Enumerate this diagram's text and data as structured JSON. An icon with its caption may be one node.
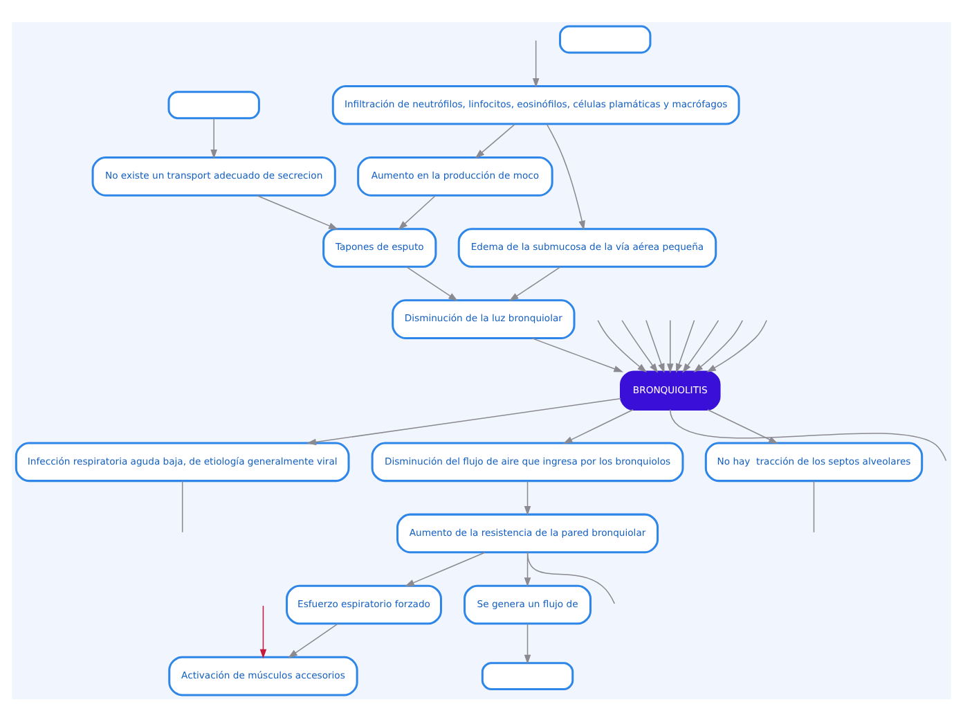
{
  "diagram": {
    "nodes": [
      {
        "text": [
          "BRONQUIOLITIS"
        ]
      },
      {
        "text": [
          "Infiltración de neutrófilos, linfocitos, eosinófilos, células plamáticas y macrófagos"
        ]
      },
      {
        "text": [
          "Edema de la submucosa de la vía aérea pequeña"
        ]
      },
      {
        "text": [
          "Aumento en la producción de moco"
        ]
      },
      {
        "text": [],
        "shape": "box"
      },
      {
        "text": [
          "No existe un transport adecuado de secrecion"
        ]
      },
      {
        "text": [
          "Tapones de esputo"
        ]
      },
      {
        "text": [
          "Disminución de la luz bronquiolar"
        ]
      },
      {
        "text": [
          "Infección respiratoria aguda baja, de etiología generalmente viral"
        ]
      },
      {
        "text": [
          "Disminución del flujo de aire que ingresa por los bronquiolos"
        ]
      },
      {
        "text": [
          "No hay  tracción de los septos alveolares"
        ]
      },
      {
        "text": [
          "Aumento de la resistencia de la pared bronquiolar"
        ]
      },
      {
        "text": [
          "Esfuerzo espiratorio forzado"
        ]
      },
      {
        "text": [
          "Se genera un flujo de"
        ]
      },
      {
        "text": [
          "Activación de músculos accesorios"
        ]
      },
      {
        "text": [],
        "shape": "box"
      },
      {
        "text": [],
        "shape": "box"
      }
    ],
    "edges": [
      {
        "from": null,
        "to": 1,
        "arrow": "to"
      },
      {
        "from": 1,
        "to": 2,
        "arrow": "to"
      },
      {
        "from": 1,
        "to": 3,
        "arrow": "to"
      },
      {
        "from": 4,
        "to": 5,
        "arrow": "to"
      },
      {
        "from": 3,
        "to": 6,
        "arrow": "to"
      },
      {
        "from": 5,
        "to": 6,
        "arrow": "to"
      },
      {
        "from": 2,
        "to": 7,
        "arrow": "to"
      },
      {
        "from": 6,
        "to": 7,
        "arrow": "to"
      },
      {
        "from": 7,
        "to": 0,
        "arrow": "to"
      },
      {
        "from": 0,
        "to": null,
        "arrow": "none"
      },
      {
        "from": null,
        "to": 0,
        "arrow": "to"
      },
      {
        "from": null,
        "to": 0,
        "arrow": "to"
      },
      {
        "from": null,
        "to": 0,
        "arrow": "to"
      },
      {
        "from": null,
        "to": 0,
        "arrow": "to"
      },
      {
        "from": null,
        "to": 0,
        "arrow": "to"
      },
      {
        "from": null,
        "to": 0,
        "arrow": "to"
      },
      {
        "from": null,
        "to": 0,
        "arrow": "to"
      },
      {
        "from": null,
        "to": 0,
        "arrow": "to"
      },
      {
        "from": 0,
        "to": 8,
        "arrow": "to"
      },
      {
        "from": 8,
        "to": null,
        "arrow": "none"
      },
      {
        "from": 0,
        "to": 9,
        "arrow": "to"
      },
      {
        "from": 0,
        "to": 10,
        "arrow": "to"
      },
      {
        "from": 10,
        "to": null,
        "arrow": "none"
      },
      {
        "from": 9,
        "to": 11,
        "arrow": "to"
      },
      {
        "from": 11,
        "to": 12,
        "arrow": "to"
      },
      {
        "from": 11,
        "to": 13,
        "arrow": "to"
      },
      {
        "from": 11,
        "to": null,
        "arrow": "none"
      },
      {
        "from": 12,
        "to": 14,
        "arrow": "to"
      },
      {
        "from": 13,
        "to": 16,
        "arrow": "to"
      },
      {
        "from": null,
        "to": 14,
        "arrow": "to",
        "color": "#c8193c"
      }
    ]
  }
}
